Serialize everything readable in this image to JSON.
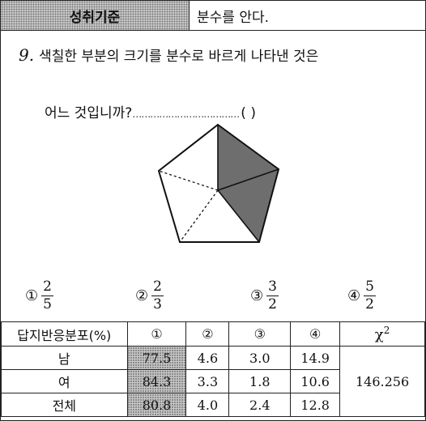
{
  "header": {
    "label": "성취기준",
    "value": "분수를 안다."
  },
  "question": {
    "number": "9.",
    "line1": "색칠한 부분의 크기를 분수로 바르게 나타낸 것은",
    "line2": "어느 것입니까?",
    "leader": "………………………………",
    "answer_blank": "(      )"
  },
  "figure": {
    "shape": "pentagon",
    "total_parts": 5,
    "shaded_parts": 2,
    "shade_color": "#6e6e6e"
  },
  "options": [
    {
      "mark": "①",
      "numerator": "2",
      "denominator": "5"
    },
    {
      "mark": "②",
      "numerator": "2",
      "denominator": "3"
    },
    {
      "mark": "③",
      "numerator": "3",
      "denominator": "2"
    },
    {
      "mark": "④",
      "numerator": "5",
      "denominator": "2"
    }
  ],
  "table": {
    "corner": "답지반응분포(%)",
    "columns": [
      "①",
      "②",
      "③",
      "④"
    ],
    "chi_label": "χ",
    "chi_sup": "2",
    "chi_value": "146.256",
    "rows": [
      {
        "label": "남",
        "values": [
          "77.5",
          "4.6",
          "3.0",
          "14.9"
        ]
      },
      {
        "label": "여",
        "values": [
          "84.3",
          "3.3",
          "1.8",
          "10.6"
        ]
      },
      {
        "label": "전체",
        "values": [
          "80.8",
          "4.0",
          "2.4",
          "12.8"
        ]
      }
    ]
  }
}
